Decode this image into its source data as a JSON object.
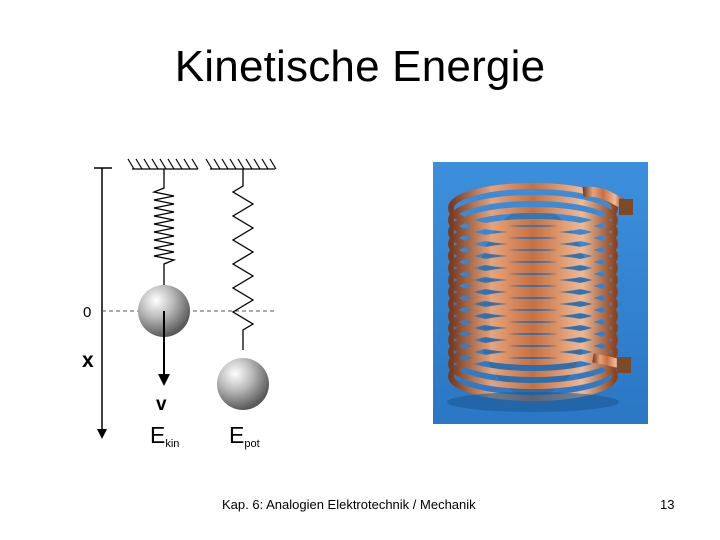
{
  "slide": {
    "title": "Kinetische Energie",
    "footer": "Kap. 6:  Analogien Elektrotechnik / Mechanik",
    "page_number": "13"
  },
  "diagram": {
    "axis_zero": "0",
    "axis_x": "x",
    "velocity": "v",
    "ekin_main": "E",
    "ekin_sub": "kin",
    "epot_main": "E",
    "epot_sub": "pot"
  },
  "colors": {
    "photo_background": "#2e86d4",
    "copper": "#c8703e"
  }
}
